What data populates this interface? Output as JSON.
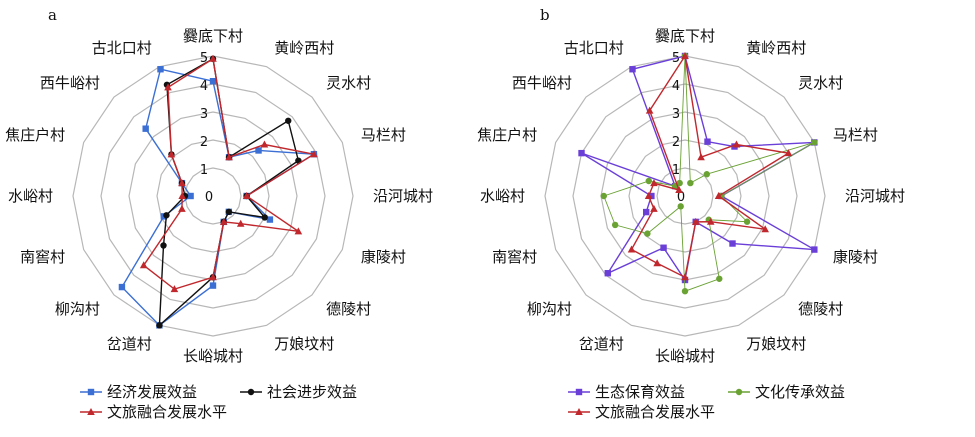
{
  "chart_data": [
    {
      "type": "radar",
      "panel_label": "a",
      "categories": [
        "爨底下村",
        "黄岭西村",
        "灵水村",
        "马栏村",
        "沿河城村",
        "康陵村",
        "德陵村",
        "万娘坟村",
        "长峪城村",
        "岔道村",
        "柳沟村",
        "南窖村",
        "水峪村",
        "焦庄户村",
        "西牛峪村",
        "古北口村"
      ],
      "ticks": [
        "0",
        "1",
        "2",
        "3",
        "4",
        "5"
      ],
      "rlim": [
        0,
        5
      ],
      "grid": true,
      "legend_position": "bottom",
      "series": [
        {
          "name": "经济发展效益",
          "color": "#3b6fd4",
          "marker": "square",
          "values": [
            4.1,
            1.5,
            2.3,
            3.9,
            1.2,
            2.2,
            0.8,
            1.0,
            3.2,
            5.0,
            4.6,
            1.9,
            0.8,
            1.2,
            3.4,
            4.9
          ]
        },
        {
          "name": "社会进步效益",
          "color": "#111111",
          "marker": "circle",
          "values": [
            4.9,
            1.5,
            3.8,
            3.3,
            1.2,
            2.0,
            0.8,
            1.0,
            2.9,
            5.0,
            2.5,
            1.8,
            1.0,
            1.2,
            2.1,
            4.3
          ]
        },
        {
          "name": "文旅融合发展水平",
          "color": "#c0282d",
          "marker": "triangle",
          "values": [
            4.9,
            1.5,
            2.6,
            3.9,
            1.2,
            3.3,
            1.4,
            1.0,
            2.9,
            3.6,
            3.5,
            1.2,
            1.1,
            1.2,
            2.1,
            4.2
          ]
        }
      ]
    },
    {
      "type": "radar",
      "panel_label": "b",
      "categories": [
        "爨底下村",
        "黄岭西村",
        "灵水村",
        "马栏村",
        "沿河城村",
        "康陵村",
        "德陵村",
        "万娘坟村",
        "长峪城村",
        "岔道村",
        "柳沟村",
        "南窖村",
        "水峪村",
        "焦庄户村",
        "西牛峪村",
        "古北口村"
      ],
      "ticks": [
        "0",
        "1",
        "2",
        "3",
        "4",
        "5"
      ],
      "rlim": [
        0,
        5
      ],
      "grid": true,
      "legend_position": "bottom",
      "series": [
        {
          "name": "生态保育效益",
          "color": "#6a3fd8",
          "marker": "square",
          "values": [
            5.0,
            2.1,
            2.5,
            5.0,
            1.3,
            5.0,
            2.4,
            1.0,
            3.0,
            2.0,
            3.9,
            1.5,
            1.2,
            4.0,
            0.5,
            4.9
          ]
        },
        {
          "name": "文化传承效益",
          "color": "#6aa234",
          "marker": "circle",
          "values": [
            5.0,
            0.5,
            1.1,
            5.0,
            1.3,
            2.4,
            1.2,
            3.2,
            3.4,
            0.4,
            1.9,
            2.7,
            2.9,
            1.4,
            0.5,
            0.5
          ]
        },
        {
          "name": "文旅融合发展水平",
          "color": "#c0282d",
          "marker": "triangle",
          "values": [
            5.0,
            1.5,
            2.6,
            4.0,
            1.2,
            3.1,
            1.3,
            1.0,
            2.9,
            2.6,
            2.7,
            1.2,
            1.3,
            1.2,
            0.3,
            3.3
          ]
        }
      ]
    }
  ]
}
